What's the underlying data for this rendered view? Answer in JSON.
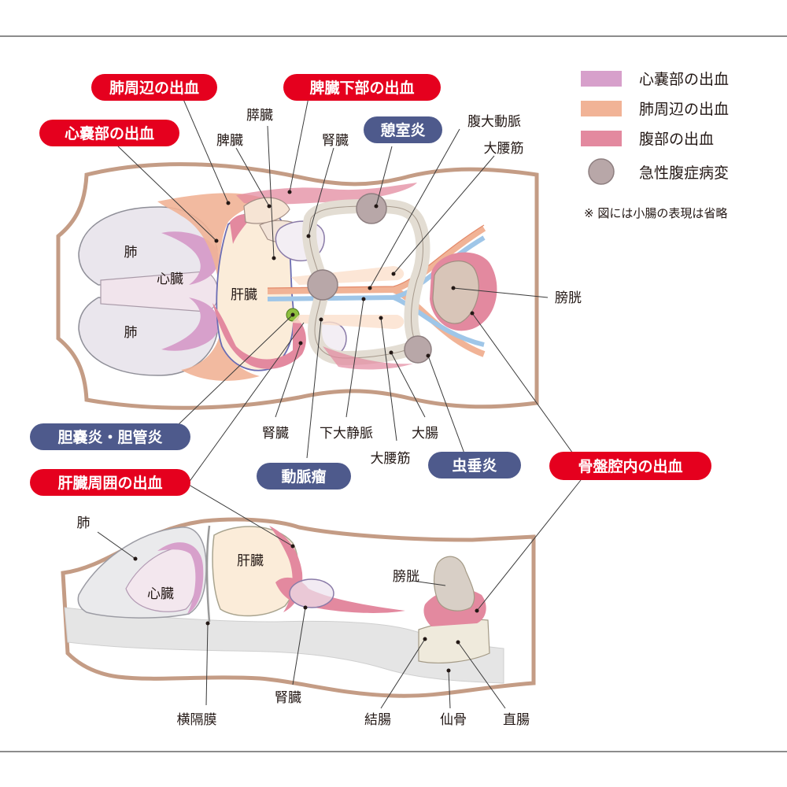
{
  "colors": {
    "pericardial": "#d7a0cb",
    "lung_area": "#f1b396",
    "abdominal": "#e3899f",
    "lesion": "#b8a7a8",
    "tag_red": "#e5001e",
    "tag_navy": "#4e5a8c",
    "body_outline": "#c49c85"
  },
  "legend": {
    "items": [
      {
        "label": "心嚢部の出血",
        "color": "#d7a0cb"
      },
      {
        "label": "肺周辺の出血",
        "color": "#f1b396"
      },
      {
        "label": "腹部の出血",
        "color": "#e3899f"
      },
      {
        "label": "急性腹症病変",
        "color": "#b8a7a8",
        "shape": "circle"
      }
    ],
    "note": "※ 図には小腸の表現は省略"
  },
  "tags": {
    "lung_hemorrhage": "肺周辺の出血",
    "pericardial_hemorrhage": "心嚢部の出血",
    "spleen_lower_hemorrhage": "脾臓下部の出血",
    "diverticulitis": "憩室炎",
    "cholecystitis": "胆嚢炎・胆管炎",
    "liver_hemorrhage": "肝臓周囲の出血",
    "aneurysm": "動脈瘤",
    "appendicitis": "虫垂炎",
    "pelvic_hemorrhage": "骨盤腔内の出血"
  },
  "labels": {
    "top": {
      "pancreas": "膵臓",
      "spleen": "脾臓",
      "kidney_upper": "腎臓",
      "aorta": "腹大動脈",
      "psoas_upper": "大腰筋",
      "lung_upper": "肺",
      "heart": "心臓",
      "lung_lower": "肺",
      "liver": "肝臓",
      "bladder": "膀胱",
      "kidney_lower": "腎臓",
      "ivc": "下大静脈",
      "colon": "大腸",
      "psoas_lower": "大腰筋"
    },
    "side": {
      "lung": "肺",
      "liver": "肝臓",
      "heart": "心臓",
      "bladder": "膀胱",
      "diaphragm": "横隔膜",
      "kidney": "腎臓",
      "colon": "結腸",
      "sacrum": "仙骨",
      "rectum": "直腸"
    }
  }
}
